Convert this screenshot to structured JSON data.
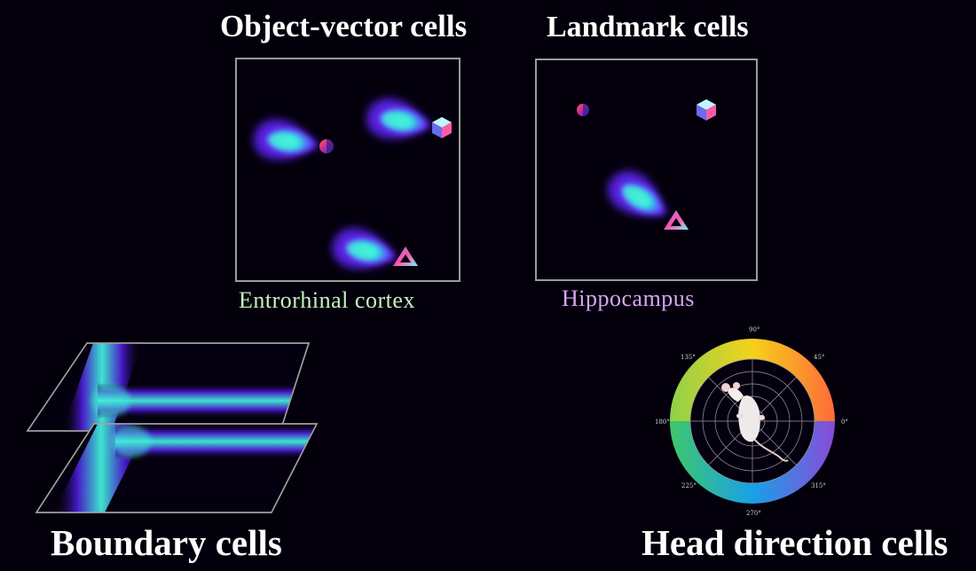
{
  "panels": {
    "object_vector": {
      "title": "Object-vector cells",
      "caption": "Entrorhinal cortex"
    },
    "landmark": {
      "title": "Landmark cells",
      "caption": "Hippocampus"
    },
    "boundary": {
      "title": "Boundary cells"
    },
    "head_direction": {
      "title": "Head direction cells",
      "angles": [
        "90°",
        "45°",
        "0°",
        "315°",
        "270°",
        "225°",
        "180°",
        "135°"
      ]
    }
  },
  "colors": {
    "background": "#03000c",
    "caption_entorhinal": "#c8f2c0",
    "caption_hippocampus": "#d9a6f2",
    "firing_core": "#3ff2d4",
    "firing_edge": "#6a2cff",
    "box_border": "#9a9a9a"
  },
  "icons": {
    "sphere": "sphere-landmark-icon",
    "cube": "cube-landmark-icon",
    "triangle": "triangle-landmark-icon",
    "rat": "rat-icon"
  }
}
